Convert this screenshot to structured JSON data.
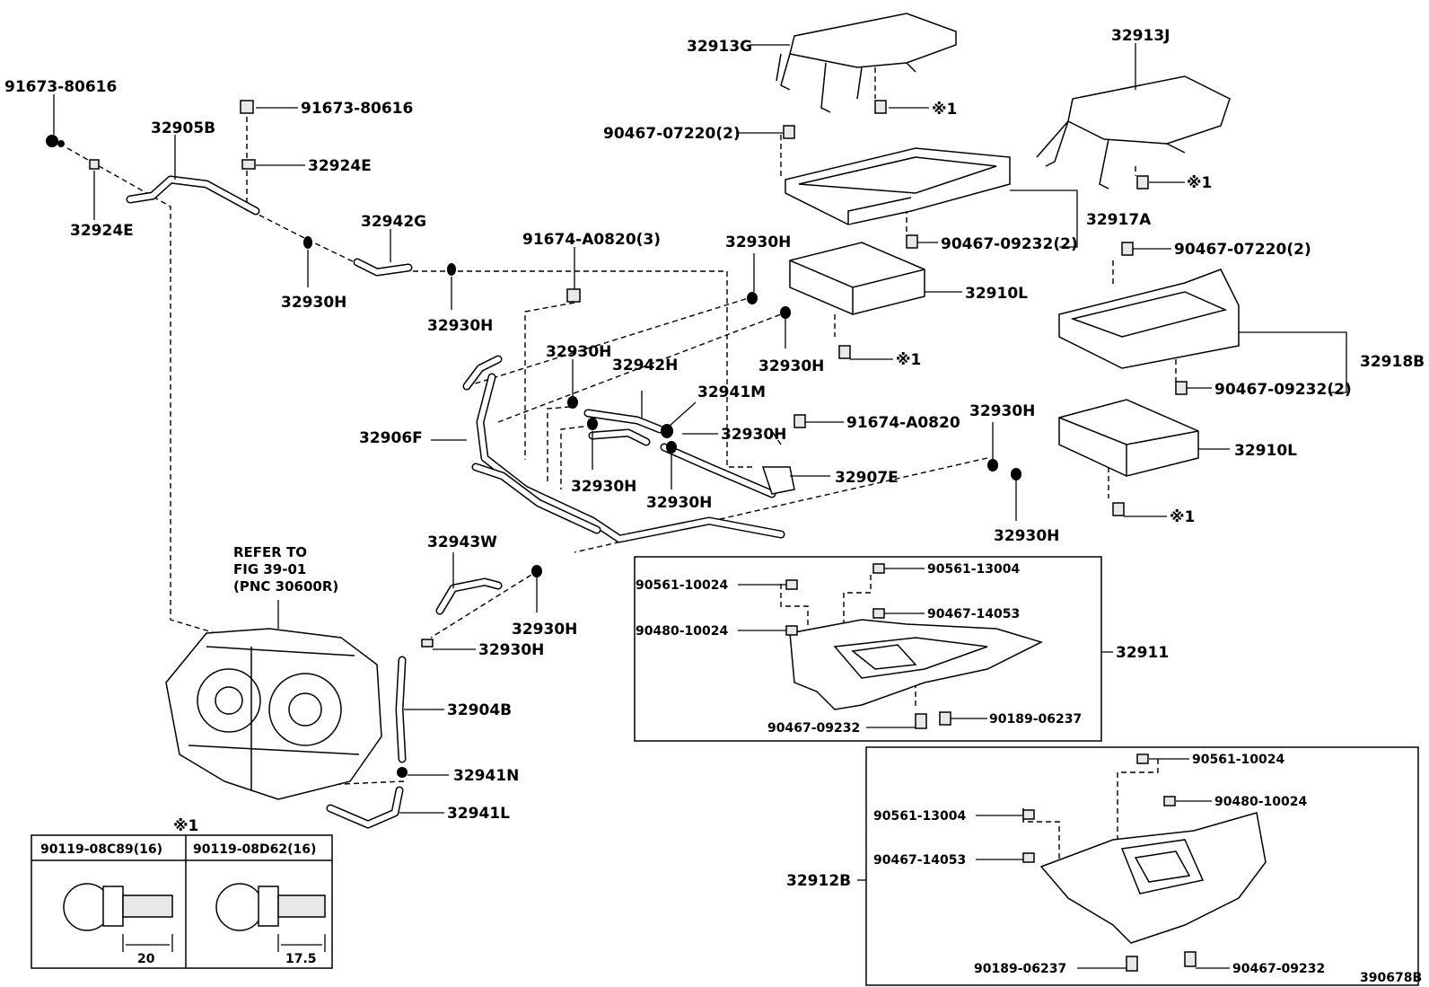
{
  "labels": {
    "l_91673_80616_a": "91673-80616",
    "l_32905B": "32905B",
    "l_91673_80616_b": "91673-80616",
    "l_32924E_a": "32924E",
    "l_32924E_b": "32924E",
    "l_32942G": "32942G",
    "l_32930H_1": "32930H",
    "l_32930H_2": "32930H",
    "l_91674_A0820_3": "91674-A0820(3)",
    "l_32913G": "32913G",
    "l_32913J": "32913J",
    "l_90467_07220_2a": "90467-07220(2)",
    "l_ref1_a": "※1",
    "l_ref1_b": "※1",
    "l_32917A": "32917A",
    "l_90467_09232_2a": "90467-09232(2)",
    "l_90467_07220_2b": "90467-07220(2)",
    "l_32930H_3": "32930H",
    "l_32910L_a": "32910L",
    "l_32930H_4": "32930H",
    "l_ref1_c": "※1",
    "l_32918B": "32918B",
    "l_90467_09232_2b": "90467-09232(2)",
    "l_32930H_5": "32930H",
    "l_32942H": "32942H",
    "l_32941M": "32941M",
    "l_32906F": "32906F",
    "l_32930H_6": "32930H",
    "l_91674_A0820": "91674-A0820",
    "l_32930H_7": "32930H",
    "l_32930H_8": "32930H",
    "l_32907E": "32907E",
    "l_32930H_9": "32930H",
    "l_32910L_b": "32910L",
    "l_32930H_10": "32930H",
    "l_ref1_d": "※1",
    "l_32943W": "32943W",
    "l_refer1": "REFER TO",
    "l_refer2": "FIG 39-01",
    "l_refer3": "(PNC 30600R)",
    "l_32930H_11": "32930H",
    "l_32930H_12": "32930H",
    "l_32904B": "32904B",
    "l_32941N": "32941N",
    "l_32941L": "32941L",
    "l_90561_10024_a": "90561-10024",
    "l_90561_13004_a": "90561-13004",
    "l_90467_14053_a": "90467-14053",
    "l_90480_10024_a": "90480-10024",
    "l_32911": "32911",
    "l_90467_09232_a": "90467-09232",
    "l_90189_06237_a": "90189-06237",
    "l_90561_10024_b": "90561-10024",
    "l_90480_10024_b": "90480-10024",
    "l_90561_13004_b": "90561-13004",
    "l_90467_14053_b": "90467-14053",
    "l_32912B": "32912B",
    "l_90189_06237_b": "90189-06237",
    "l_90467_09232_b": "90467-09232",
    "l_diagram_id": "390678B",
    "l_ref1_box": "※1",
    "l_bolt1": "90119-08C89(16)",
    "l_bolt2": "90119-08D62(16)",
    "l_dim20": "20",
    "l_dim175": "17.5"
  }
}
